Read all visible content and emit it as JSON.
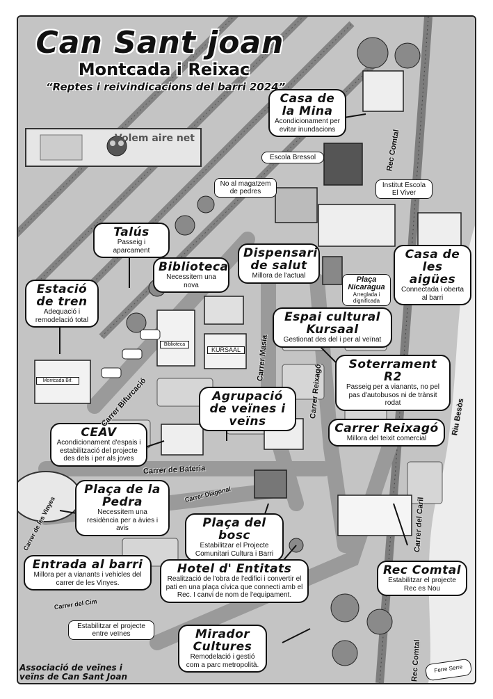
{
  "header": {
    "title": "Can Sant joan",
    "subtitle": "Montcada i Reixac",
    "tagline": "“Reptes i reivindicacions del barri 2024”"
  },
  "banner": {
    "text": "Volem aire net"
  },
  "callouts": [
    {
      "id": "casa-mina",
      "title": "Casa de la Mina",
      "desc": "Acondicionament per evitar inundacions"
    },
    {
      "id": "talus",
      "title": "Talús",
      "desc": "Passeig i aparcament"
    },
    {
      "id": "biblioteca",
      "title": "Biblioteca",
      "desc": "Necessitem una nova"
    },
    {
      "id": "dispensari",
      "title": "Dispensari de salut",
      "desc": "Millora de l'actual"
    },
    {
      "id": "casa-aigues",
      "title": "Casa de les aigües",
      "desc": "Connectada i oberta al barri"
    },
    {
      "id": "estacio",
      "title": "Estació de tren",
      "desc": "Adequació i remodelació total"
    },
    {
      "id": "kursaal",
      "title": "Espai cultural Kursaal",
      "desc": "Gestionat des del i per al veïnat"
    },
    {
      "id": "soterrament",
      "title": "Soterrament R2",
      "desc": "Passeig per a vianants, no pel pas d'autobusos ni de trànsit rodat"
    },
    {
      "id": "agrupacio",
      "title": "Agrupació de veïnes i veïns",
      "desc": ""
    },
    {
      "id": "ceav",
      "title": "CEAV",
      "desc": "Acondicionament d'espais i estabilització del projecte des dels i per als joves"
    },
    {
      "id": "reixago",
      "title": "Carrer Reixagó",
      "desc": "Millora del teixit comercial"
    },
    {
      "id": "placa-pedra",
      "title": "Plaça de la Pedra",
      "desc": "Necessitem una residència per a àvies i avis"
    },
    {
      "id": "placa-bosc",
      "title": "Plaça del bosc",
      "desc": "Estabilitzar el Projecte Comunitari Cultura i Barri"
    },
    {
      "id": "entrada",
      "title": "Entrada al barri",
      "desc": "Millora per a vianants i vehicles del carrer de les Vinyes."
    },
    {
      "id": "hotel",
      "title": "Hotel d' Entitats",
      "desc": "Realització de l'obra de l'edifici i convertir el pati en una plaça cívica que connecti amb el Rec. I canvi de nom de l'equipament."
    },
    {
      "id": "rec-comtal",
      "title": "Rec Comtal",
      "desc": "Estabilitzar el projecte Rec es Nou"
    },
    {
      "id": "mirador",
      "title": "Mirador Cultures",
      "desc": "Remodelació i gestió com a parc metropolità."
    }
  ],
  "labels": {
    "escola_bressol": "Escola Bressol",
    "institut": "Institut Escola El Viver",
    "magatzem": "No al magatzem de pedres",
    "placa_nicaragua_title": "Plaça Nicaragua",
    "placa_nicaragua_desc": "Arreglada i dignificada",
    "estabilitzar": "Estabilitzar el projecte entre veïnes"
  },
  "streets": {
    "rec_comtal_top": "Rec Comtal",
    "bifurcacio": "Carrer Bifurcació",
    "masia": "Carrer Masia",
    "reixago": "Carrer Reixagó",
    "riu": "Riu Besòs",
    "bateria": "Carrer de Bateria",
    "diagonal": "Carrer Diagonal",
    "vinyes": "Carrer de les Vinyes",
    "caril": "Carrer del Caril",
    "cim": "Carrer del Cim",
    "rec_comtal_bottom": "Rec Comtal"
  },
  "buildings": {
    "station": "Montcada Bif.",
    "biblioteca": "Biblioteca",
    "kursaal": "KURSAAL"
  },
  "footer": {
    "org_line1": "Associació de veïnes i",
    "org_line2": "veïns de Can Sant Joan",
    "signature": "Ferre Serre"
  }
}
